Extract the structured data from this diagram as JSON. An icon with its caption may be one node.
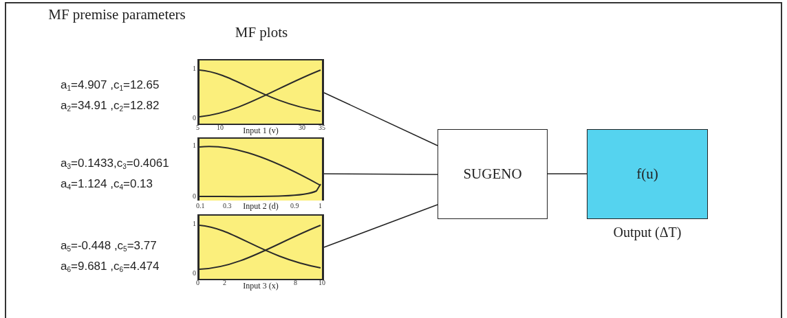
{
  "diagram": {
    "nodes": [
      {
        "text": [
          "Input 1 (v)"
        ]
      },
      {
        "text": [
          "Input 2 (d)"
        ]
      },
      {
        "text": [
          "Input 3 (x)"
        ]
      },
      {
        "text": [
          "SUGENO"
        ]
      },
      {
        "text": [
          "f(u)"
        ],
        "beside": [
          "Output (ΔT)"
        ]
      }
    ],
    "edges": [
      {
        "from": 0,
        "to": 3,
        "arrow": "none"
      },
      {
        "from": 1,
        "to": 3,
        "arrow": "none"
      },
      {
        "from": 2,
        "to": 3,
        "arrow": "none"
      },
      {
        "from": 3,
        "to": 4,
        "arrow": "none"
      }
    ],
    "labels": [
      "MF premise parameters",
      "MF plots",
      "a$_{1}$=4.907 ,c$_{1}$=12.65",
      "a$_{2}$=34.91 ,c$_{2}$=12.82",
      "1",
      "0",
      "5",
      "10",
      "30",
      "35",
      "a$_{3}$=0.1433,c$_{3}$=0.4061",
      "a$_{4}$=1.124 ,c$_{4}$=0.13",
      "1",
      "0",
      "0.1",
      "0.3",
      "0.9",
      "1",
      "a$_{5}$=-0.448 ,c$_{5}$=3.77",
      "a$_{6}$=9.681 ,c$_{6}$=4.474",
      "1",
      "0",
      "0",
      "2",
      "8",
      "10"
    ]
  }
}
